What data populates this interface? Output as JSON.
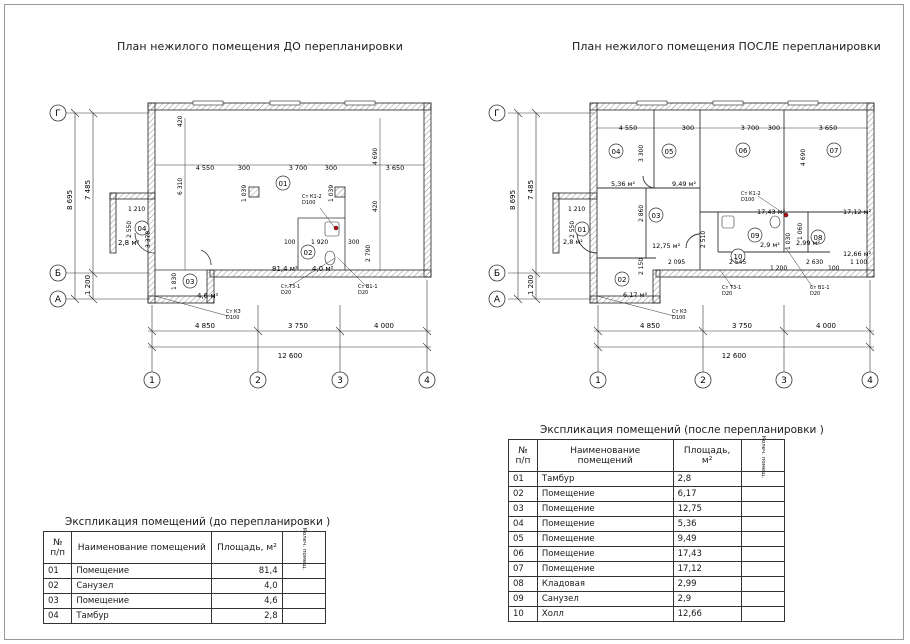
{
  "titles": {
    "before": "План нежилого помещения ДО перепланировки",
    "after": "План нежилого помещения ПОСЛЕ перепланировки"
  },
  "axes": {
    "letters": [
      "Г",
      "Б",
      "А"
    ],
    "numbers": [
      "1",
      "2",
      "3",
      "4"
    ]
  },
  "dimensions": {
    "bottom_segments": [
      "4 850",
      "3 750",
      "4 000"
    ],
    "bottom_total": "12 600",
    "top_before": [
      "4 550",
      "300",
      "3 700",
      "300",
      "3 650"
    ],
    "top_after": [
      "4 550",
      "300",
      "3 700",
      "300",
      "3 650"
    ],
    "left_outer": "8 695",
    "left_inner": "7 485",
    "left_lower": "1 200"
  },
  "before_plan": {
    "rooms": [
      {
        "no": "01",
        "area": "81,4 м²"
      },
      {
        "no": "02",
        "area": "4,0 м²"
      },
      {
        "no": "03",
        "area": "4,6 м²"
      },
      {
        "no": "04",
        "area": "2,8 м²"
      }
    ],
    "labels": {
      "risers1": "Ст К1-2\nD100",
      "riser_t31": "Ст Т3-1\nD20",
      "riser_v1": "Ст В1-1\nD20",
      "riser_k3": "Ст К3\nD100",
      "d6310": "6 310",
      "d4690": "4 690",
      "d1039a": "1 039",
      "d1039b": "1 039",
      "d420a": "420",
      "d420b": "420",
      "d1210": "1 210",
      "d3370": "3 370",
      "d2790": "2 790",
      "d1830": "1 830",
      "d1920": "1 920",
      "d100": "100",
      "d300": "300",
      "d2550": "2 550"
    }
  },
  "after_plan": {
    "rooms": [
      {
        "no": "01",
        "area": "2,8 м²"
      },
      {
        "no": "02",
        "area": "6,17 м²"
      },
      {
        "no": "03",
        "area": "12,75 м²"
      },
      {
        "no": "04",
        "area": "5,36 м²"
      },
      {
        "no": "05",
        "area": "9,49 м²"
      },
      {
        "no": "06",
        "area": "17,43 м²"
      },
      {
        "no": "07",
        "area": "17,12 м²"
      },
      {
        "no": "08",
        "area": "2,99 м²"
      },
      {
        "no": "09",
        "area": "2,9 м²"
      },
      {
        "no": "10",
        "area": "12,66 м²"
      }
    ],
    "labels": {
      "d3300": "3 300",
      "d4690": "4 690",
      "d2860": "2 860",
      "d2510": "2 510",
      "d2095": "2 095",
      "d2545": "2 545",
      "d2630": "2 630",
      "d1200": "1 200",
      "d1100": "1 100",
      "d1030": "1 030",
      "d1060": "1 060",
      "d2150": "2 150",
      "d1210": "1 210",
      "d2550": "2 550",
      "d100": "100",
      "d3650": "3 650",
      "risers1": "Ст К1-2\nD100",
      "riser_t31": "Ст Т3-1\nD20",
      "riser_v1": "Ст В1-1\nD20",
      "riser_k3": "Ст К3\nD100"
    }
  },
  "table_before": {
    "title": "Экспликация помещений  (до перепланировки )",
    "headers": {
      "no": "№\nп/п",
      "name": "Наименование помещений",
      "area": "Площадь, м²",
      "qty": "Колеч. помещ."
    },
    "rows": [
      {
        "no": "01",
        "name": "Помещение",
        "area": "81,4"
      },
      {
        "no": "02",
        "name": "Санузел",
        "area": "4,0"
      },
      {
        "no": "03",
        "name": "Помещение",
        "area": "4,6"
      },
      {
        "no": "04",
        "name": "Тамбур",
        "area": "2,8"
      }
    ]
  },
  "table_after": {
    "title": "Экспликация помещений  (после перепланировки )",
    "headers": {
      "no": "№\nп/п",
      "name": "Наименование помещений",
      "area": "Площадь, м²",
      "qty": "Колеч. помещ."
    },
    "rows": [
      {
        "no": "01",
        "name": "Тамбур",
        "area": "2,8"
      },
      {
        "no": "02",
        "name": "Помещение",
        "area": "6,17"
      },
      {
        "no": "03",
        "name": "Помещение",
        "area": "12,75"
      },
      {
        "no": "04",
        "name": "Помещение",
        "area": "5,36"
      },
      {
        "no": "05",
        "name": "Помещение",
        "area": "9,49"
      },
      {
        "no": "06",
        "name": "Помещение",
        "area": "17,43"
      },
      {
        "no": "07",
        "name": "Помещение",
        "area": "17,12"
      },
      {
        "no": "08",
        "name": "Кладовая",
        "area": "2,99"
      },
      {
        "no": "09",
        "name": "Санузел",
        "area": "2,9"
      },
      {
        "no": "10",
        "name": "Холл",
        "area": "12,66"
      }
    ]
  }
}
